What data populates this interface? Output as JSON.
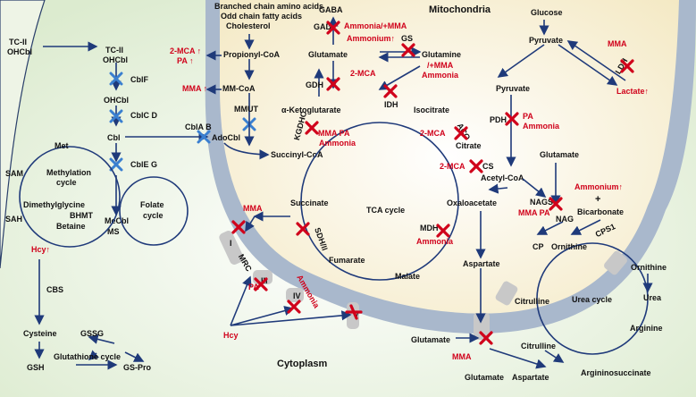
{
  "colors": {
    "arrow": "#1f3a7a",
    "red_x": "#d0021b",
    "blue_x": "#3a7fd0",
    "membrane": "#a9b8cc",
    "matrix": "#fbf5e2",
    "cytoplasm": "#e9f2dd"
  },
  "compartments": {
    "mitochondria": "Mitochondria",
    "cytoplasm": "Cytoplasm"
  },
  "cobalamin": {
    "tc_in": "TC-II",
    "ohcbl_in": "OHCbl",
    "tc": "TC-II",
    "ohcbl1": "OHCbl",
    "cblf": "CblF",
    "ohcbl2": "OHCbl",
    "cblcd": "CblC D",
    "cbl": "Cbl",
    "cblab": "CblA B",
    "adocbl": "AdoCbl",
    "cbleg": "CblE G",
    "mecbl": "MeCbl",
    "ms": "MS"
  },
  "propionate": {
    "src1": "Branched chain amino acids",
    "src2": "Odd chain fatty acids",
    "src3": "Cholesterol",
    "propionyl": "Propionyl-CoA",
    "mma2": "2-MCA ↑",
    "pa": "PA ↑",
    "mmcoa": "MM-CoA",
    "mma_up": "MMA ↑",
    "mmut": "MMUT",
    "succinyl": "Succinyl-CoA"
  },
  "methylation": {
    "met": "Met",
    "sam": "SAM",
    "title1": "Methylation",
    "title2": "cycle",
    "dmg": "Dimethylglycine",
    "bhmt": "BHMT",
    "betaine": "Betaine",
    "sah": "SAH",
    "hcy": "Hcy↑",
    "folate1": "Folate",
    "folate2": "cycle",
    "cbs": "CBS",
    "cysteine": "Cysteine"
  },
  "glutathione": {
    "gssg": "GSSG",
    "gsh": "GSH",
    "cycle": "Glutathione cycle",
    "gspro": "GS-Pro"
  },
  "tca": {
    "gaba": "GABA",
    "gad": "GAD",
    "ammonia_mma": "Ammonia/+MMA",
    "ammonium_up": "Ammonium↑",
    "gs": "GS",
    "glutamate": "Glutamate",
    "glutamine": "Glutamine",
    "gdh": "GDH",
    "mca_gdh": "2-MCA",
    "mma_plus": "/+MMA",
    "ammonia_gdh": "Ammonia",
    "idh": "IDH",
    "akg": "α-Ketoglutarate",
    "isocitrate": "Isocitrate",
    "kgdhc": "KGDHC",
    "mma_pa": "MMA PA",
    "ammonia_k": "Ammonia",
    "mca_aco": "2-MCA",
    "aco": "ACO",
    "citrate": "Citrate",
    "mca_cs": "2-MCA",
    "cs": "CS",
    "center": "TCA cycle",
    "succinate": "Succinate",
    "mma_mrc": "MMA",
    "sdh": "SDH/II",
    "fumarate": "Fumarate",
    "oxaloacetate": "Oxaloacetate",
    "mdh": "MDH",
    "ammonia_mdh": "Ammonia",
    "malate": "Malate"
  },
  "mrc": {
    "label": "MRC",
    "c1": "I",
    "c3": "III",
    "c4": "IV",
    "c5": "V",
    "pa": "PA",
    "ammonia": "Ammonia",
    "hcy": "Hcy"
  },
  "pyruvate": {
    "glucose": "Glucose",
    "pyruvate_cyto": "Pyruvate",
    "mma": "MMA",
    "ldh": "LDH",
    "lactate": "Lactate↑",
    "pyruvate_mito": "Pyruvate",
    "pdh": "PDH",
    "pa": "PA",
    "ammonia": "Ammonia",
    "acetyl": "Acetyl-CoA"
  },
  "urea": {
    "glutamate": "Glutamate",
    "nags": "NAGS",
    "mma_pa": "MMA PA",
    "ammonium": "Ammonium↑",
    "plus": "+",
    "bicarbonate": "Bicarbonate",
    "nag": "NAG",
    "cps1": "CPS1",
    "cp": "CP",
    "ornithine_in": "Ornithine",
    "ornithine_out": "Ornithine",
    "urea": "Urea",
    "citrulline_in": "Citrulline",
    "citrulline_out": "Citrulline",
    "arginine": "Arginine",
    "argsucc": "Argininosuccinate",
    "cycle": "Urea cycle"
  },
  "aspartate": {
    "aspartate_mito": "Aspartate",
    "glutamate_in": "Glutamate",
    "mma": "MMA",
    "glutamate_out": "Glutamate",
    "aspartate_cyto": "Aspartate"
  }
}
